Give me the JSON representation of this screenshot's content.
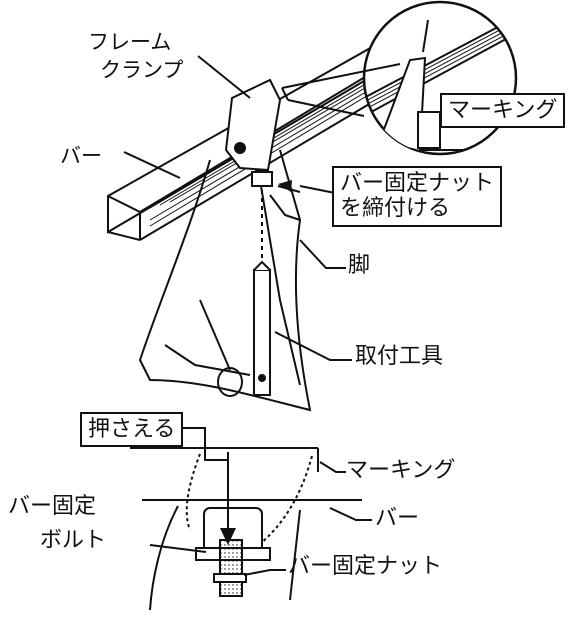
{
  "figure": {
    "upper_labels": {
      "frame_clamp": [
        "フレーム",
        "クランプ"
      ],
      "bar": "バー",
      "marking": "マーキング",
      "tighten_nut": [
        "バー固定ナット",
        "を締付ける"
      ],
      "leg": "脚",
      "mounting_tool": "取付工具"
    },
    "lower_labels": {
      "hold": "押さえる",
      "marking": "マーキング",
      "bar": "バー",
      "bar_fixing_bolt": [
        "バー固定",
        "ボルト"
      ],
      "bar_fixing_nut": "バー固定ナット"
    }
  }
}
